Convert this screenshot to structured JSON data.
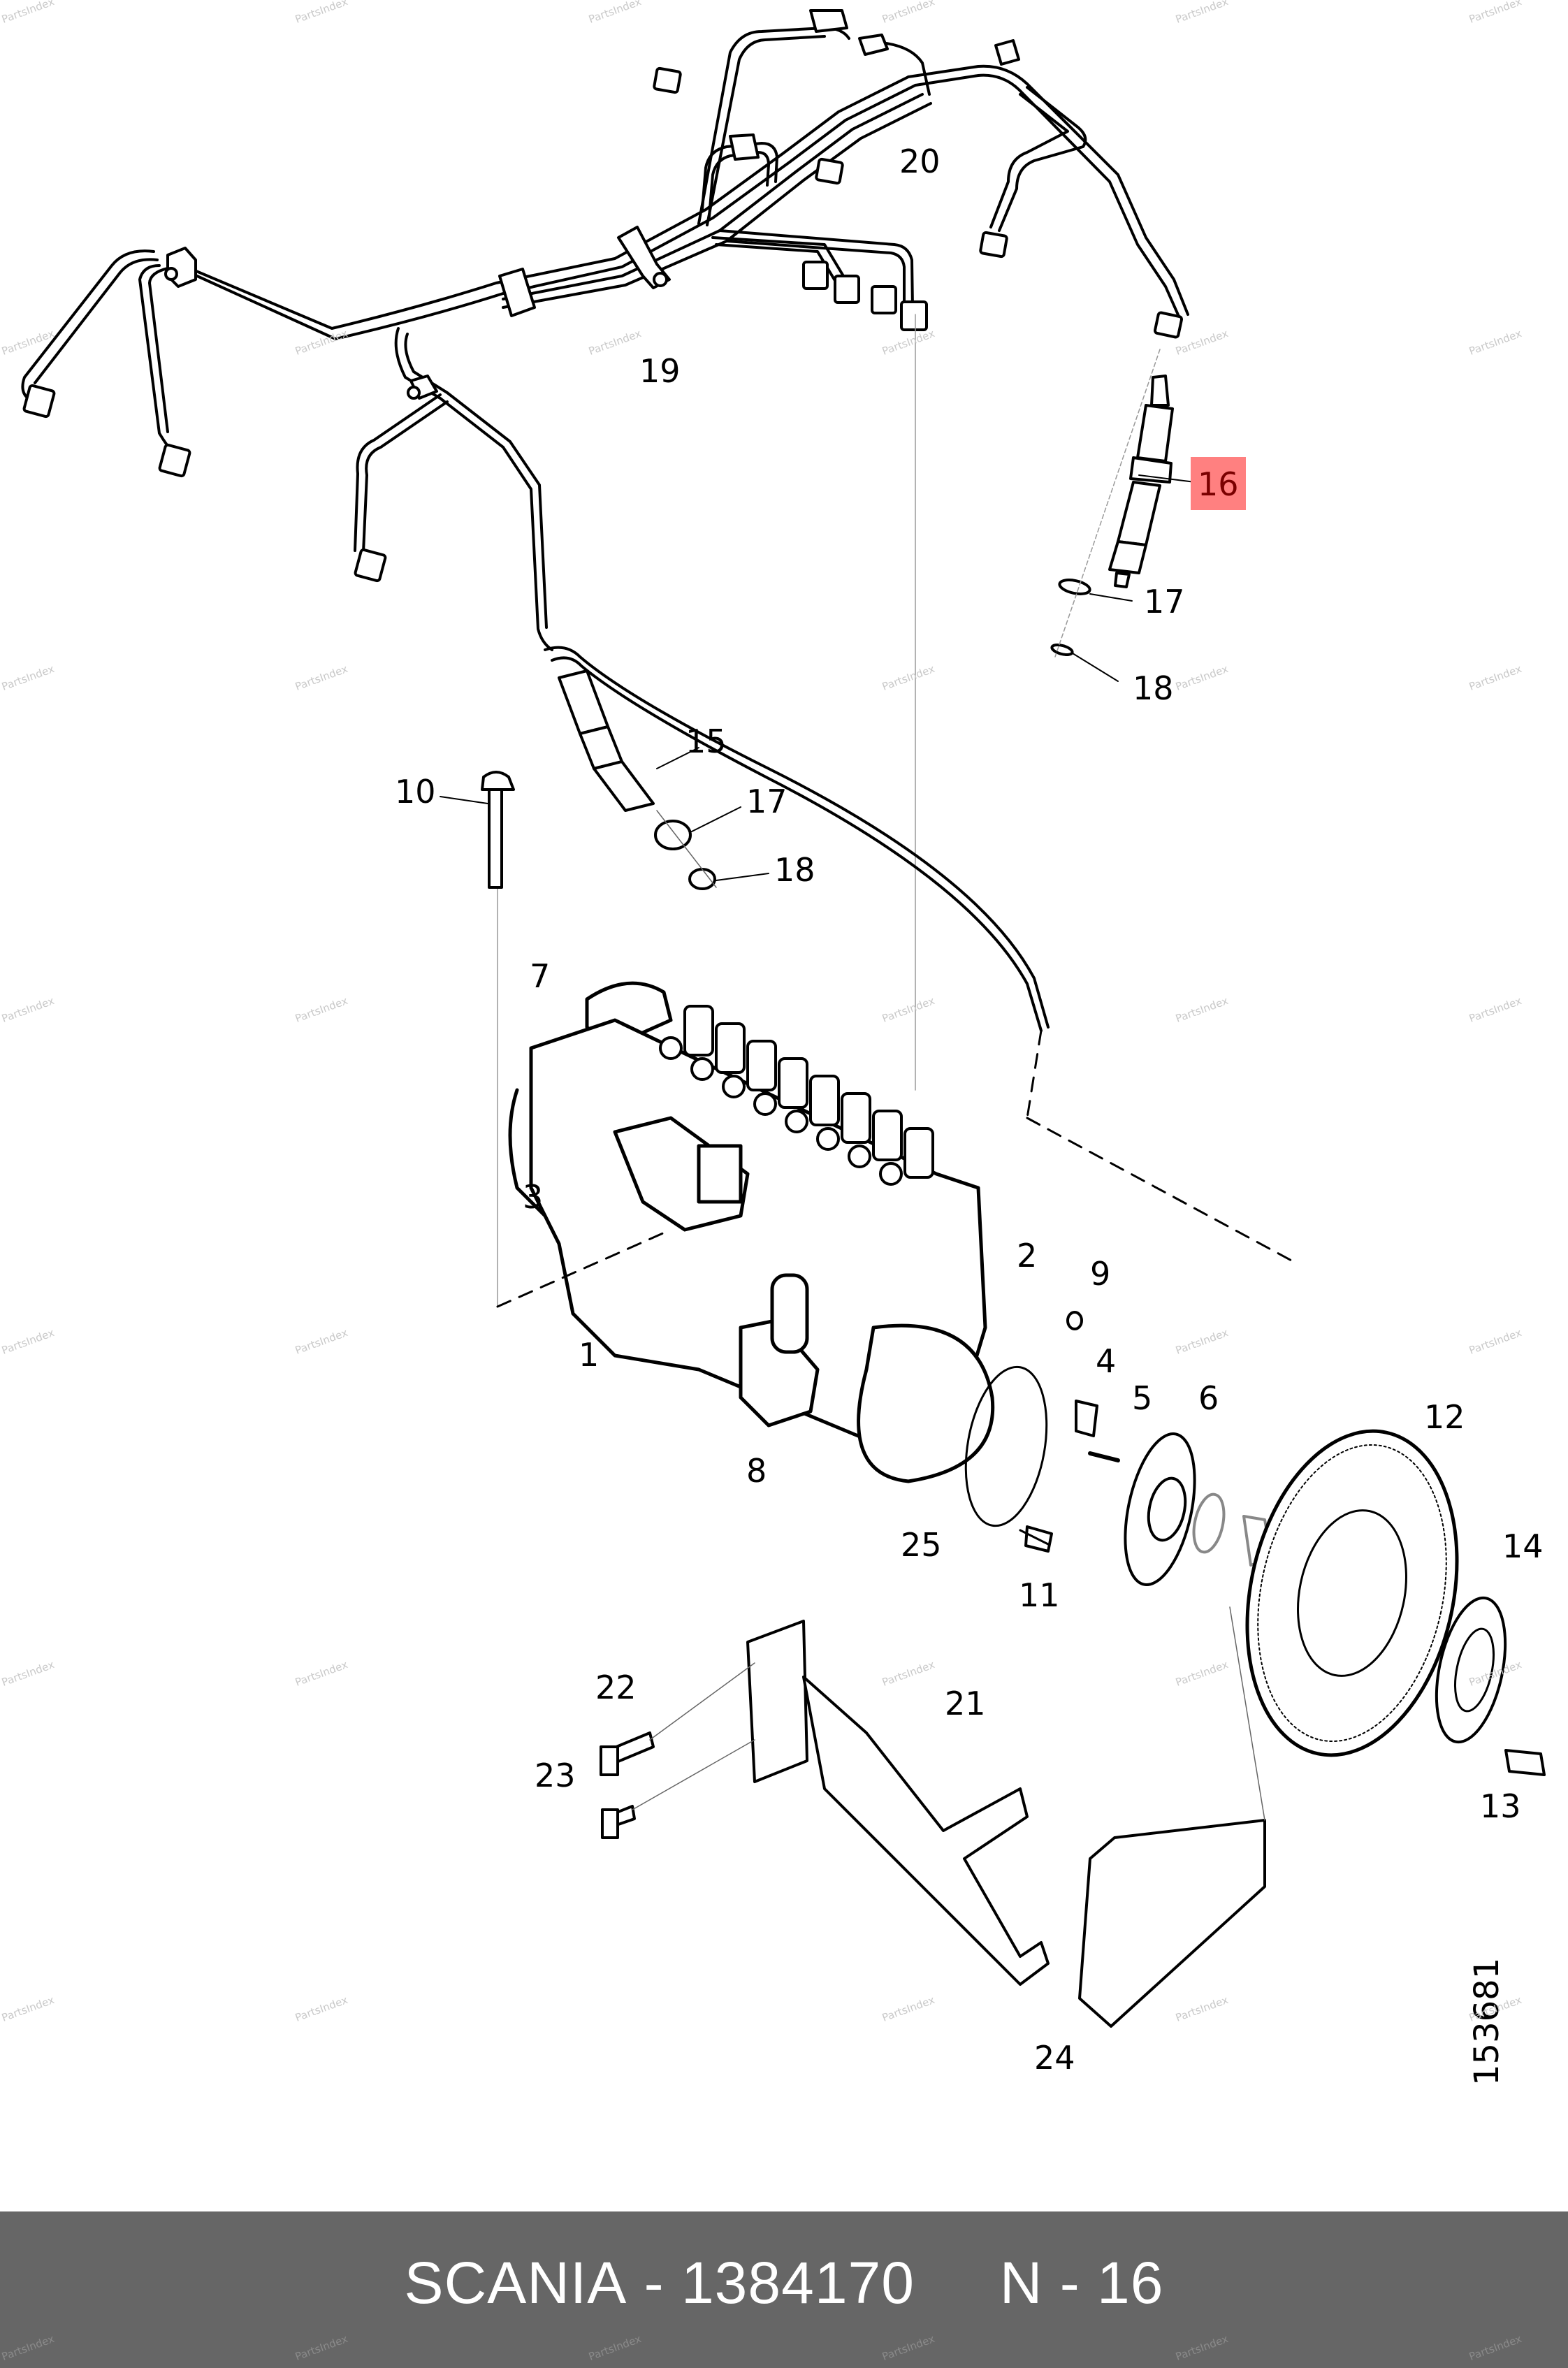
{
  "diagram": {
    "type": "exploded-parts-diagram",
    "subject": "Fuel injection pump assembly with injection lines and injectors",
    "highlighted_part": "16",
    "highlight_color": "#ff8080",
    "drawing_number": "153681",
    "callouts": [
      {
        "id": "c20",
        "label": "20"
      },
      {
        "id": "c19",
        "label": "19"
      },
      {
        "id": "c16",
        "label": "16",
        "highlighted": true
      },
      {
        "id": "c17a",
        "label": "17"
      },
      {
        "id": "c18a",
        "label": "18"
      },
      {
        "id": "c15",
        "label": "15"
      },
      {
        "id": "c10",
        "label": "10"
      },
      {
        "id": "c17b",
        "label": "17"
      },
      {
        "id": "c18b",
        "label": "18"
      },
      {
        "id": "c7",
        "label": "7"
      },
      {
        "id": "c3",
        "label": "3"
      },
      {
        "id": "c2",
        "label": "2"
      },
      {
        "id": "c9",
        "label": "9"
      },
      {
        "id": "c1",
        "label": "1"
      },
      {
        "id": "c4",
        "label": "4"
      },
      {
        "id": "c5",
        "label": "5"
      },
      {
        "id": "c6",
        "label": "6"
      },
      {
        "id": "c12",
        "label": "12"
      },
      {
        "id": "c8",
        "label": "8"
      },
      {
        "id": "c14",
        "label": "14"
      },
      {
        "id": "c25",
        "label": "25"
      },
      {
        "id": "c11",
        "label": "11"
      },
      {
        "id": "c22",
        "label": "22"
      },
      {
        "id": "c21",
        "label": "21"
      },
      {
        "id": "c23",
        "label": "23"
      },
      {
        "id": "c13",
        "label": "13"
      },
      {
        "id": "c24",
        "label": "24"
      }
    ]
  },
  "watermark": "PartsIndex",
  "footer": {
    "brand": "SCANIA",
    "separator": " - ",
    "part_number": "1384170",
    "gap": "     ",
    "position_prefix": "N",
    "position_number": "16",
    "background": "#666666",
    "text_color": "#ffffff"
  }
}
